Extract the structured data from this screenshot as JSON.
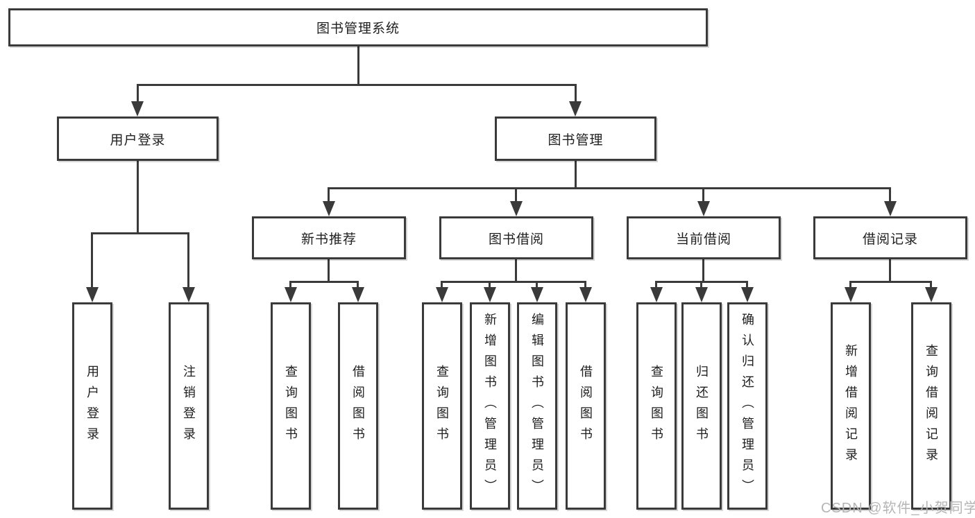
{
  "tree": {
    "label": "图书管理系统",
    "children": [
      {
        "label": "用户登录",
        "children": [
          {
            "label": "用户登录"
          },
          {
            "label": "注销登录"
          }
        ]
      },
      {
        "label": "图书管理",
        "children": [
          {
            "label": "新书推荐",
            "children": [
              {
                "label": "查询图书"
              },
              {
                "label": "借阅图书"
              }
            ]
          },
          {
            "label": "图书借阅",
            "children": [
              {
                "label": "查询图书"
              },
              {
                "label": "新增图书（管理员）"
              },
              {
                "label": "编辑图书（管理员）"
              },
              {
                "label": "借阅图书"
              }
            ]
          },
          {
            "label": "当前借阅",
            "children": [
              {
                "label": "查询图书"
              },
              {
                "label": "归还图书"
              },
              {
                "label": "确认归还（管理员）"
              }
            ]
          },
          {
            "label": "借阅记录",
            "children": [
              {
                "label": "新增借阅记录"
              },
              {
                "label": "查询借阅记录"
              }
            ]
          }
        ]
      }
    ]
  },
  "watermark": "CSDN @软件_小贺同学",
  "colors": {
    "line": "#3a3a3a",
    "text": "#1e1e1e",
    "watermark": "#b5b5b5",
    "background": "#ffffff"
  }
}
